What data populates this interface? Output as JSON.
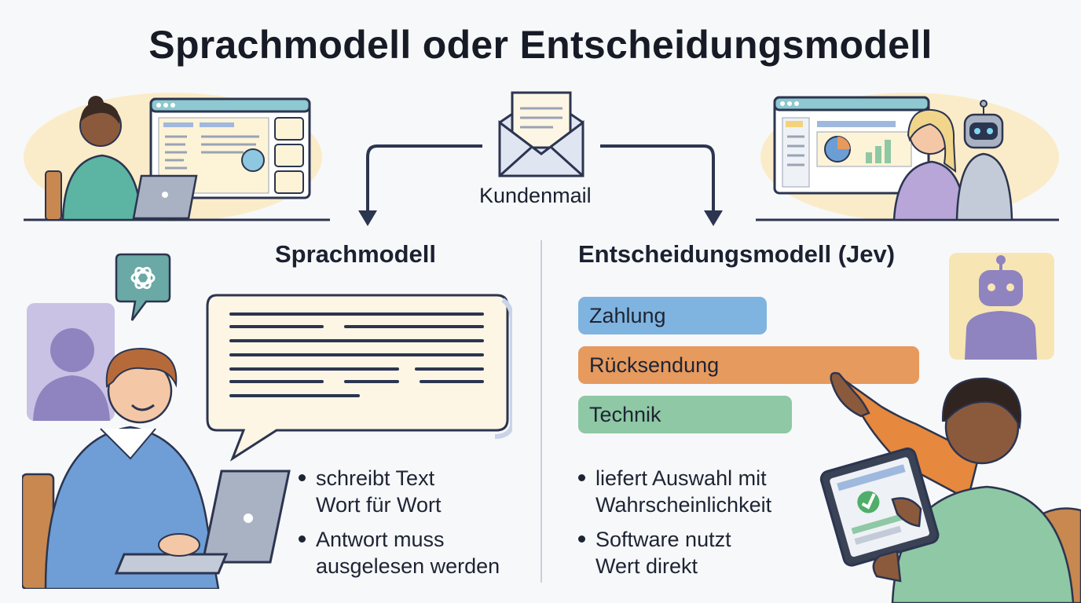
{
  "title": "Sprachmodell oder Entscheidungsmodell",
  "center": {
    "mail_label": "Kundenmail",
    "icon": "envelope-icon"
  },
  "left": {
    "heading": "Sprachmodell",
    "bullets": [
      {
        "line1": "schreibt Text",
        "line2": "Wort für Wort"
      },
      {
        "line1": "Antwort muss",
        "line2": "ausgelesen werden"
      }
    ],
    "icons": [
      "chatgpt-icon",
      "speech-bubble-icon",
      "laptop-icon"
    ]
  },
  "right": {
    "heading": "Entscheidungsmodell (Jev)",
    "options": [
      {
        "label": "Zahlung",
        "color": "#80b4e0"
      },
      {
        "label": "Rücksendung",
        "color": "#e69a5e"
      },
      {
        "label": "Technik",
        "color": "#8ec8a4"
      }
    ],
    "bullets": [
      {
        "line1": "liefert Auswahl mit",
        "line2": "Wahrscheinlichkeit"
      },
      {
        "line1": "Software nutzt",
        "line2": "Wert direkt"
      }
    ],
    "icons": [
      "robot-icon",
      "tablet-icon",
      "checkmark-icon"
    ]
  },
  "colors": {
    "divider": "#c9ced8",
    "arrow": "#2c3550",
    "bubble_fill": "#fdf6e4",
    "bubble_stroke": "#2c3550"
  }
}
